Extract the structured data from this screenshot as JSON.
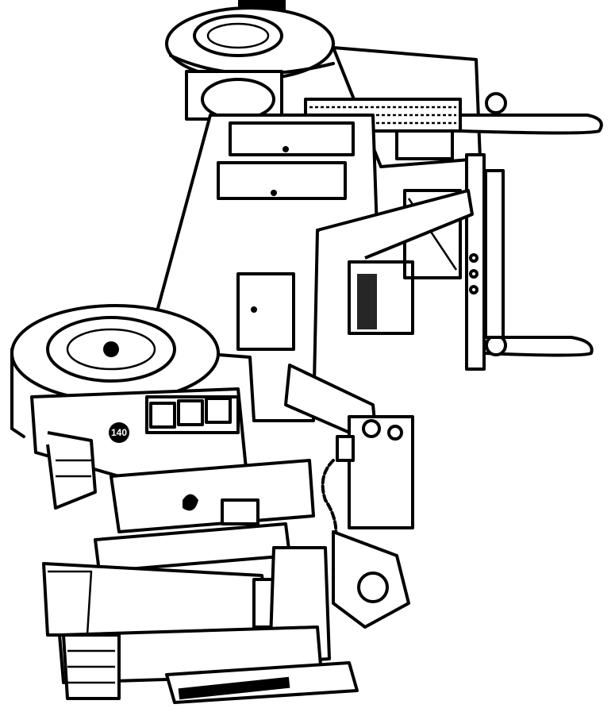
{
  "image": {
    "subject": "Line-art drawing of a military wrecker tow truck, viewed from above, rotated",
    "style": "black and white coloring-page outline",
    "background_color": "#ffffff",
    "line_color": "#000000"
  },
  "markings": {
    "circle_badge": "140"
  }
}
